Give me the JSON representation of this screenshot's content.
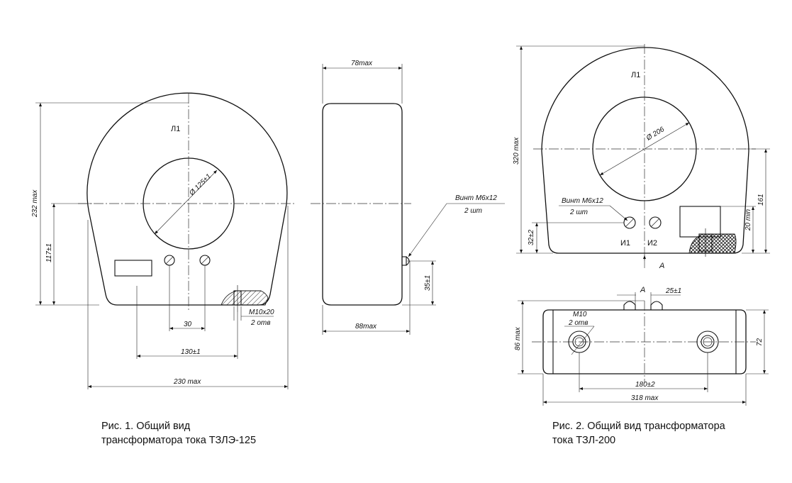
{
  "fig1": {
    "label_l1": "Л1",
    "dim_diameter": "Ø 125±1",
    "dim_height_total": "232 max",
    "dim_center_height": "117±1",
    "dim_hole_spacing": "30",
    "dim_box_offset": "130±1",
    "dim_width_total": "230 max",
    "thread_label_1": "М10х20",
    "thread_label_2": "2 отв",
    "caption_line1": "Рис. 1. Общий вид",
    "caption_line2": "трансформатора тока ТЗЛЭ-125"
  },
  "fig1_side": {
    "dim_top_width": "78max",
    "dim_bottom_width": "88max",
    "dim_screw_height": "35±1",
    "screw_label_1": "Винт М6х12",
    "screw_label_2": "2 шт"
  },
  "fig2": {
    "label_l1": "Л1",
    "dim_diameter": "Ø 206",
    "dim_height_total": "320 max",
    "dim_right_height": "161",
    "dim_terminal_height": "20 min",
    "dim_screw_height": "32±2",
    "screw_label_1": "Винт М6х12",
    "screw_label_2": "2 шт",
    "terminal_1": "И1",
    "terminal_2": "И2",
    "view_marker": "А",
    "caption_line1": "Рис. 2. Общий вид трансформатора",
    "caption_line2": "тока ТЗЛ-200"
  },
  "fig2_bottom": {
    "view_marker": "А",
    "dim_screw_offset": "25±1",
    "hole_label_1": "М10",
    "hole_label_2": "2 отв",
    "dim_depth": "86 max",
    "dim_depth_inner": "72",
    "dim_hole_spacing": "180±2",
    "dim_width_total": "318 max"
  }
}
